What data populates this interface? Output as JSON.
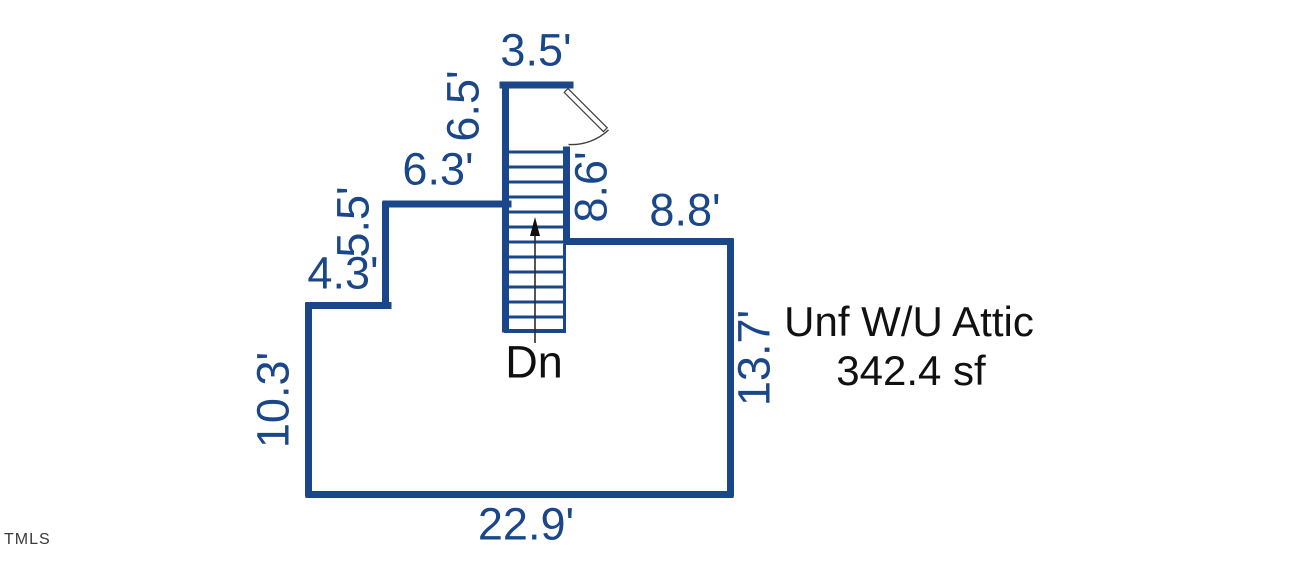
{
  "plan": {
    "room_name": "Unf W/U Attic",
    "room_area": "342.4 sf",
    "stair_label": "Dn",
    "dimensions": {
      "top": "3.5'",
      "stair_left": "6.5'",
      "landing_left": "6.3'",
      "step_left_vertical": "5.5'",
      "step_left_horizontal": "4.3'",
      "left": "10.3'",
      "bottom": "22.9'",
      "right": "13.7'",
      "stair_right": "8.6'",
      "top_right": "8.8'"
    },
    "colors": {
      "wall_blue": "#1a4789",
      "text_black": "#111111"
    }
  },
  "watermark": "TMLS"
}
